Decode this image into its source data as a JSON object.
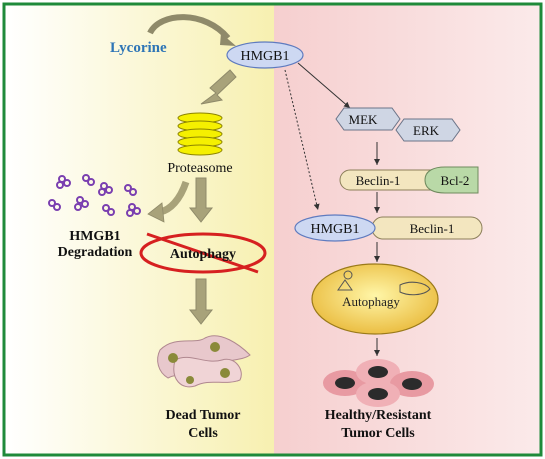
{
  "labels": {
    "lycorine": "Lycorine",
    "hmgb1_top": "HMGB1",
    "proteasome": "Proteasome",
    "hmgb1_degradation_line1": "HMGB1",
    "hmgb1_degradation_line2": "Degradation",
    "autophagy_blocked": "Autophagy",
    "dead_tumor_line1": "Dead Tumor",
    "dead_tumor_line2": "Cells",
    "mek": "MEK",
    "erk": "ERK",
    "beclin1_top": "Beclin-1",
    "bcl2": "Bcl-2",
    "hmgb1_complex": "HMGB1",
    "beclin1_complex": "Beclin-1",
    "autophagy_right": "Autophagy",
    "healthy_line1": "Healthy/Resistant",
    "healthy_line2": "Tumor Cells"
  },
  "colors": {
    "border": "#1f8a3a",
    "left_panel": "#faf5c4",
    "right_panel": "#f8d9d9",
    "lycorine_text": "#2e75b6",
    "oval_fill": "#cdd8f2",
    "oval_stroke": "#5f7bbf",
    "proteasome_fill": "#f5f000",
    "proteasome_stroke": "#8c8400",
    "arrow_fill": "#a8a27a",
    "block_red": "#d62020",
    "autophagy_oval": "#f5d94f",
    "kinase_fill": "#cfd6e4",
    "beclin_fill": "#f3e6bf",
    "bcl2_fill": "#b9d9a7",
    "particle": "#7a3fb0"
  }
}
